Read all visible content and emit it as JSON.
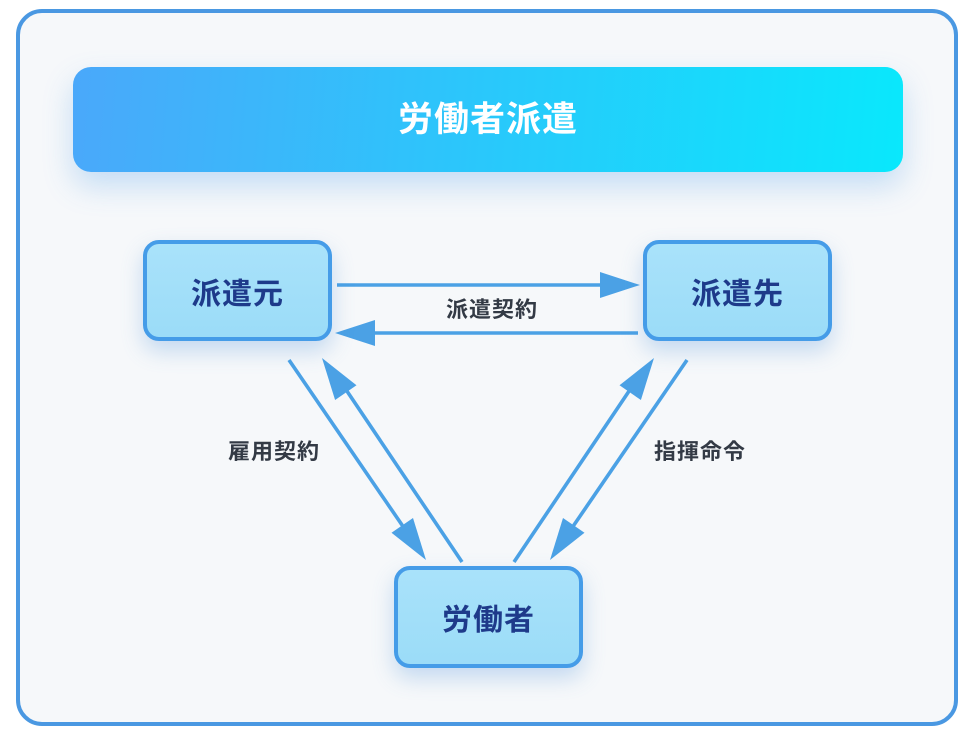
{
  "title": {
    "text": "労働者派遣"
  },
  "nodes": [
    {
      "id": "dispatch-source",
      "label": "派遣元"
    },
    {
      "id": "dispatch-destination",
      "label": "派遣先"
    },
    {
      "id": "worker",
      "label": "労働者"
    }
  ],
  "edges": [
    {
      "id": "dispatch-contract",
      "label": "派遣契約",
      "from": "派遣元",
      "to": "派遣先",
      "direction": "bidirectional"
    },
    {
      "id": "employment-contract",
      "label": "雇用契約",
      "from": "派遣元",
      "to": "労働者",
      "direction": "bidirectional"
    },
    {
      "id": "command-order",
      "label": "指揮命令",
      "from": "派遣先",
      "to": "労働者",
      "direction": "bidirectional"
    }
  ],
  "colors": {
    "page-bg": "#ffffff",
    "panel-bg": "#f6f8fa",
    "panel-border": "#4a98e2",
    "grad-start": "#4aa8fa",
    "grad-end": "#09e8fc",
    "node-fill-top": "#a9e2fa",
    "node-fill-bottom": "#9bdcf8",
    "node-border": "#459ce8",
    "node-text": "#1e3a8a",
    "title-text": "#ffffff",
    "edge-label": "#333a45",
    "arrow": "#4ba1e5"
  }
}
